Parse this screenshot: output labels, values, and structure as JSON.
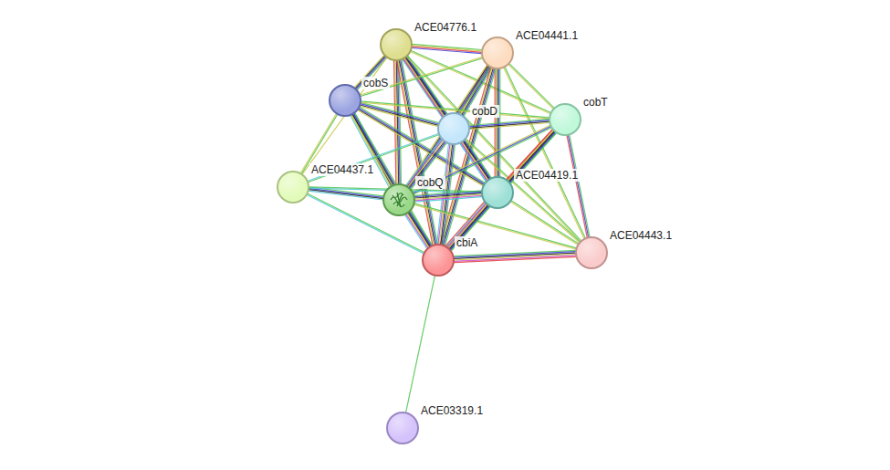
{
  "diagram": {
    "nodes": [
      {
        "text": [
          "ACE04776.1"
        ]
      },
      {
        "text": [
          "ACE04441.1"
        ]
      },
      {
        "text": [
          "cobS"
        ]
      },
      {
        "text": [
          "cobD"
        ]
      },
      {
        "text": [
          "cobT"
        ]
      },
      {
        "text": [
          "ACE04437.1"
        ]
      },
      {
        "text": [
          "cobQ"
        ]
      },
      {
        "text": [
          "ACE04419.1"
        ]
      },
      {
        "text": [
          "cbiA"
        ]
      },
      {
        "text": [
          "ACE04443.1"
        ]
      },
      {
        "text": [
          "ACE03319.1"
        ]
      }
    ],
    "edges": [
      {
        "from": 0,
        "to": 1,
        "arrow": "none"
      },
      {
        "from": 0,
        "to": 2,
        "arrow": "none"
      },
      {
        "from": 0,
        "to": 3,
        "arrow": "none"
      },
      {
        "from": 0,
        "to": 4,
        "arrow": "none"
      },
      {
        "from": 0,
        "to": 6,
        "arrow": "none"
      },
      {
        "from": 0,
        "to": 7,
        "arrow": "none"
      },
      {
        "from": 0,
        "to": 8,
        "arrow": "none"
      },
      {
        "from": 0,
        "to": 9,
        "arrow": "none"
      },
      {
        "from": 0,
        "to": 5,
        "arrow": "none"
      },
      {
        "from": 1,
        "to": 2,
        "arrow": "none"
      },
      {
        "from": 1,
        "to": 3,
        "arrow": "none"
      },
      {
        "from": 1,
        "to": 4,
        "arrow": "none"
      },
      {
        "from": 1,
        "to": 6,
        "arrow": "none"
      },
      {
        "from": 1,
        "to": 7,
        "arrow": "none"
      },
      {
        "from": 1,
        "to": 8,
        "arrow": "none"
      },
      {
        "from": 1,
        "to": 9,
        "arrow": "none"
      },
      {
        "from": 2,
        "to": 3,
        "arrow": "none"
      },
      {
        "from": 2,
        "to": 4,
        "arrow": "none"
      },
      {
        "from": 2,
        "to": 5,
        "arrow": "none"
      },
      {
        "from": 2,
        "to": 6,
        "arrow": "none"
      },
      {
        "from": 2,
        "to": 7,
        "arrow": "none"
      },
      {
        "from": 2,
        "to": 8,
        "arrow": "none"
      },
      {
        "from": 3,
        "to": 4,
        "arrow": "none"
      },
      {
        "from": 3,
        "to": 5,
        "arrow": "none"
      },
      {
        "from": 3,
        "to": 6,
        "arrow": "none"
      },
      {
        "from": 3,
        "to": 7,
        "arrow": "none"
      },
      {
        "from": 3,
        "to": 8,
        "arrow": "none"
      },
      {
        "from": 3,
        "to": 9,
        "arrow": "none"
      },
      {
        "from": 4,
        "to": 6,
        "arrow": "none"
      },
      {
        "from": 4,
        "to": 7,
        "arrow": "none"
      },
      {
        "from": 4,
        "to": 8,
        "arrow": "none"
      },
      {
        "from": 4,
        "to": 9,
        "arrow": "none"
      },
      {
        "from": 5,
        "to": 6,
        "arrow": "none"
      },
      {
        "from": 5,
        "to": 8,
        "arrow": "none"
      },
      {
        "from": 5,
        "to": 7,
        "arrow": "none"
      },
      {
        "from": 6,
        "to": 7,
        "arrow": "none"
      },
      {
        "from": 6,
        "to": 8,
        "arrow": "none"
      },
      {
        "from": 6,
        "to": 9,
        "arrow": "none"
      },
      {
        "from": 7,
        "to": 8,
        "arrow": "none"
      },
      {
        "from": 7,
        "to": 9,
        "arrow": "none"
      },
      {
        "from": 8,
        "to": 9,
        "arrow": "none"
      },
      {
        "from": 8,
        "to": 10,
        "arrow": "none"
      }
    ]
  }
}
